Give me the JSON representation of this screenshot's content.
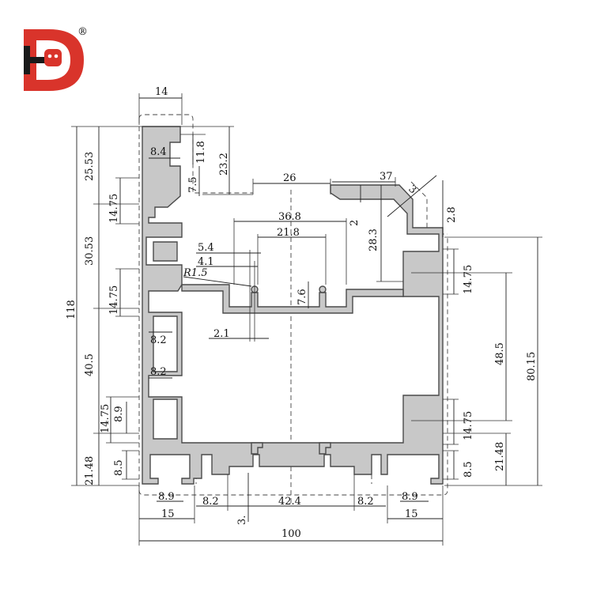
{
  "brand": {
    "registered_mark": "®",
    "logo_red": "#d9342b",
    "logo_black": "#1a1a1a"
  },
  "colors": {
    "profile_fill": "#c8c8c8",
    "profile_edge": "#4a4a4a",
    "line": "#222222"
  },
  "dimensions": {
    "top_width_14": "14",
    "slot_8_4": "8.4",
    "slot_11_8": "11.8",
    "top_23_2": "23.2",
    "left_25_53": "25.53",
    "slot_7_5": "7.5",
    "top_gap_26": "26",
    "lip_37": "37",
    "angle_3": "3",
    "right_2_8": "2.8",
    "left_14_75_a": "14.75",
    "gap_2": "2",
    "center_36_8": "36.8",
    "inner_21_8": "21.8",
    "right_28_3": "28.3",
    "left_30_53": "30.53",
    "groove_5_4": "5.4",
    "groove_4_1": "4.1",
    "radius": "R1.5",
    "right_14_75_a": "14.75",
    "left_14_75_b": "14.75",
    "groove_7_6": "7.6",
    "total_118": "118",
    "slot_8_2_a": "8.2",
    "groove_2_1": "2.1",
    "right_48_5": "48.5",
    "right_80_15": "80.15",
    "left_40_5": "40.5",
    "slot_8_2_b": "8.2",
    "left_14_75_c": "14.75",
    "slot_8_9_v": "8.9",
    "right_14_75_b": "14.75",
    "left_21_48": "21.48",
    "right_21_48": "21.48",
    "left_8_5": "8.5",
    "right_8_5": "8.5",
    "bottom_8_9_l": "8.9",
    "bottom_8_2_l": "8.2",
    "bottom_42_4": "42.4",
    "bottom_8_2_r": "8.2",
    "bottom_8_9_r": "8.9",
    "bottom_3": "3.",
    "bottom_15_l": "15",
    "bottom_15_r": "15",
    "overall_100": "100"
  }
}
